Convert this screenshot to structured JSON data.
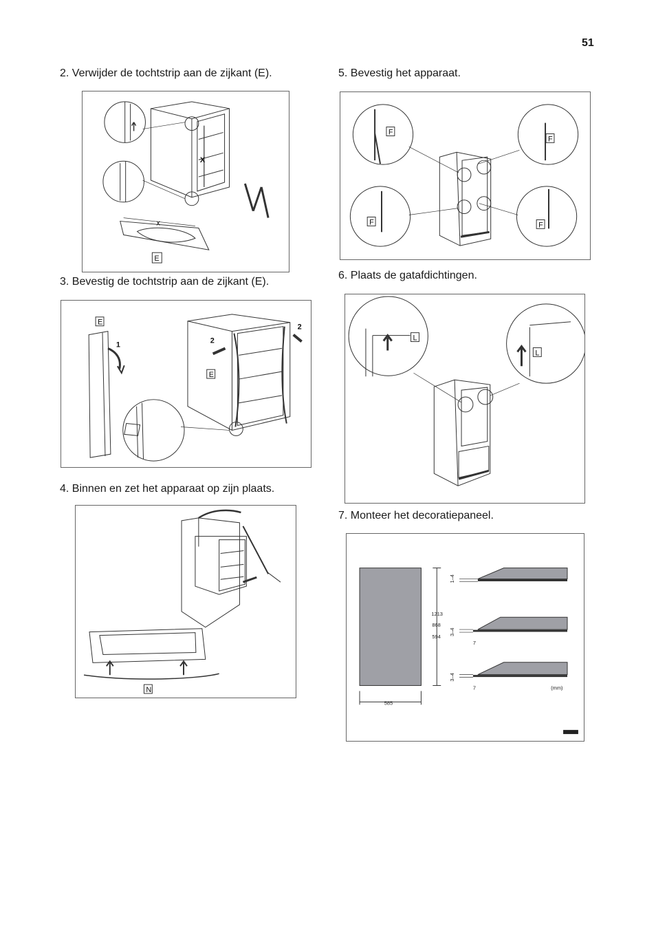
{
  "page": {
    "number": "51"
  },
  "steps": {
    "s2": "2. Verwijder de tochtstrip aan de zijkant (E).",
    "s3": "3. Bevestig de tochtstrip aan de zijkant (E).",
    "s4": "4. Binnen en zet het apparaat op zijn plaats.",
    "s5": "5. Bevestig het apparaat.",
    "s6": "6. Plaats de gatafdichtingen.",
    "s7": "7. Monteer het decoratiepaneel."
  },
  "labels": {
    "E": "E",
    "X": "X",
    "x": "x",
    "one": "1",
    "two": "2",
    "N": "N",
    "F": "F",
    "L": "L"
  },
  "dims": {
    "d1213": "1213",
    "d868": "868",
    "d594": "594",
    "d585": "585",
    "d1_4": "1–4",
    "d3_4": "3–4",
    "d7": "7",
    "mm": "(mm)"
  },
  "colors": {
    "panel_gray": "#9fa0a6",
    "line": "#333333",
    "door_dark": "#444444"
  }
}
